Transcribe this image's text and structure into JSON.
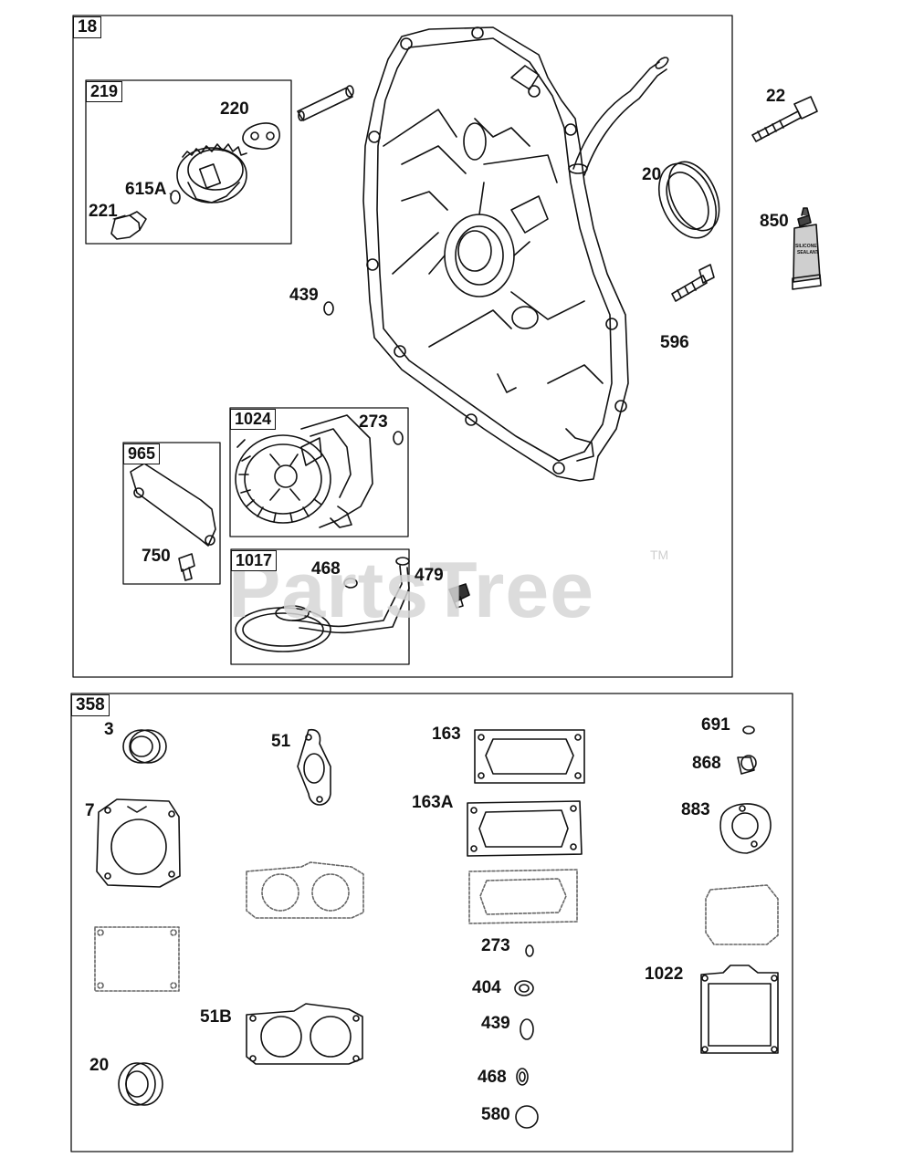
{
  "watermark": {
    "text": "PartsTree",
    "tm": "TM"
  },
  "section_top": {
    "tag": "18",
    "labels": {
      "p22": "22",
      "p20": "20",
      "p850": "850",
      "p596": "596",
      "p439": "439",
      "p273": "273",
      "p479": "479",
      "p468": "468",
      "p750": "750"
    },
    "sub_219": {
      "tag": "219",
      "p220": "220",
      "p615a": "615A",
      "p221": "221"
    },
    "sub_1024": {
      "tag": "1024"
    },
    "sub_965": {
      "tag": "965"
    },
    "sub_1017": {
      "tag": "1017"
    },
    "tube_text": {
      "line1": "SILICONE",
      "line2": "SEALANT"
    }
  },
  "section_bottom": {
    "tag": "358",
    "labels": {
      "p3": "3",
      "p7": "7",
      "p51": "51",
      "p51b": "51B",
      "p20": "20",
      "p163": "163",
      "p163a": "163A",
      "p273": "273",
      "p404": "404",
      "p439": "439",
      "p468": "468",
      "p580": "580",
      "p691": "691",
      "p868": "868",
      "p883": "883",
      "p1022": "1022"
    }
  }
}
